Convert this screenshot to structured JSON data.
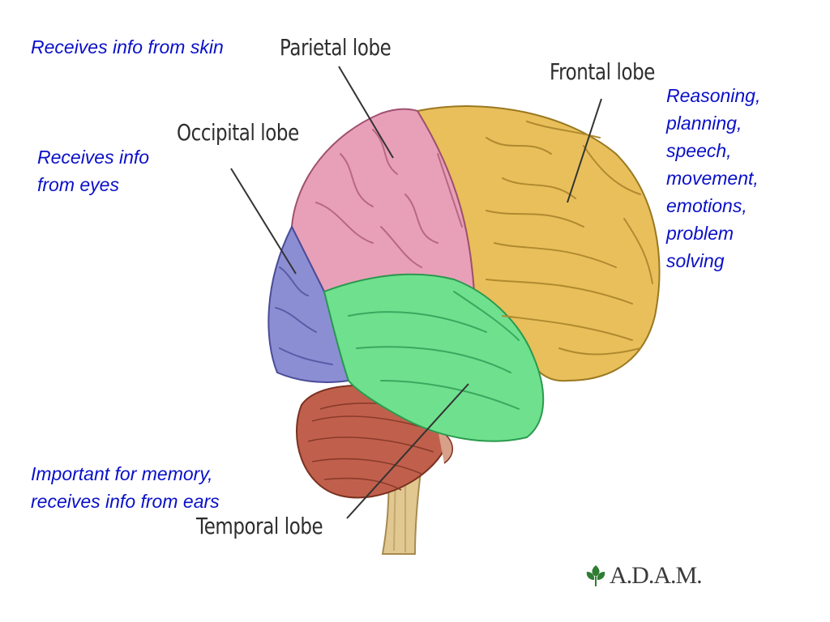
{
  "lobes": {
    "parietal": {
      "label": "Parietal lobe",
      "description": "Receives info from skin",
      "color": "#e8a0b8"
    },
    "occipital": {
      "label": "Occipital lobe",
      "description_lines": [
        "Receives info",
        "from eyes"
      ],
      "color": "#8c8ed4"
    },
    "frontal": {
      "label": "Frontal lobe",
      "description_lines": [
        "Reasoning,",
        "planning,",
        "speech,",
        "movement,",
        "emotions,",
        "problem",
        "solving"
      ],
      "color": "#e8bf5a"
    },
    "temporal": {
      "label": "Temporal lobe",
      "description_lines": [
        "Important for memory,",
        "receives info from ears"
      ],
      "color": "#6fe08e"
    }
  },
  "cerebellum": {
    "color": "#c0604c"
  },
  "logo": {
    "text": "A.D.A.M.",
    "icon": "leaf-icon",
    "color": "#2e7d32"
  },
  "colors": {
    "description_text": "#0a10c8",
    "label_text": "#2e2e2e"
  }
}
